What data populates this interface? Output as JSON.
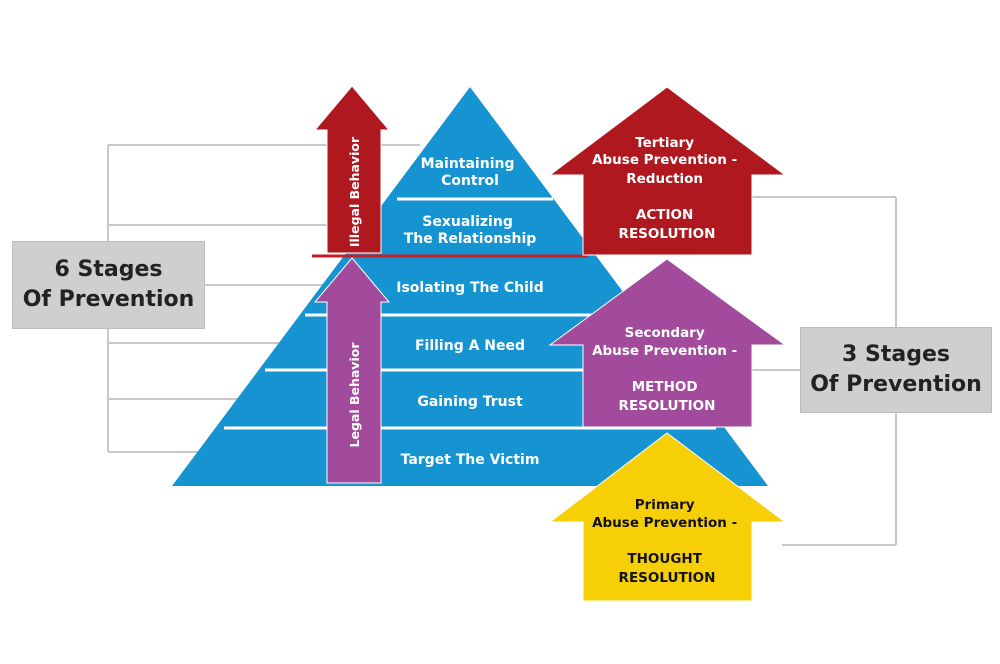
{
  "left_box": {
    "line1": "6 Stages",
    "line2": "Of Prevention"
  },
  "right_box": {
    "line1": "3 Stages",
    "line2": "Of Prevention"
  },
  "pyramid": {
    "tiers": [
      {
        "line1": "Maintaining",
        "line2": "Control"
      },
      {
        "line1": "Sexualizing",
        "line2": "The Relationship"
      },
      {
        "line1": "Isolating The Child"
      },
      {
        "line1": "Filling A Need"
      },
      {
        "line1": "Gaining Trust"
      },
      {
        "line1": "Target The Victim"
      }
    ],
    "colors": {
      "fill": "#1594d1",
      "line": "#ffffff"
    }
  },
  "vertical_arrows": {
    "illegal": {
      "label": "Illegal Behavior",
      "color": "#b01820"
    },
    "legal": {
      "label": "Legal Behavior",
      "color": "#a24b9d"
    },
    "divider_color": "#c41e2a"
  },
  "house_arrows": {
    "tertiary": {
      "line1": "Tertiary",
      "line2": "Abuse Prevention -",
      "line3": "Reduction",
      "line4": "ACTION",
      "line5": "RESOLUTION",
      "color": "#b01820"
    },
    "secondary": {
      "line1": "Secondary",
      "line2": "Abuse Prevention -",
      "line3": "METHOD",
      "line4": "RESOLUTION",
      "color": "#a24b9d"
    },
    "primary": {
      "line1": "Primary",
      "line2": "Abuse Prevention -",
      "line3": "THOUGHT",
      "line4": "RESOLUTION",
      "color": "#f6cf06"
    }
  },
  "connector_color": "#c8c8c8"
}
